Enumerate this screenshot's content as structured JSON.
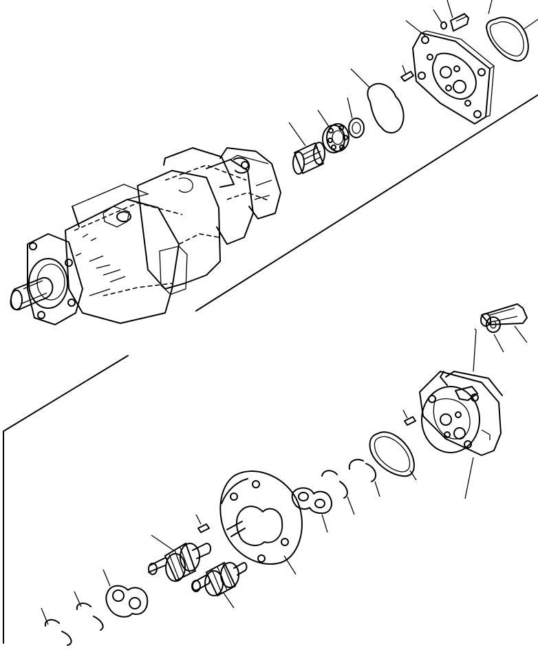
{
  "colors": {
    "line": "#000000",
    "background": "#ffffff"
  },
  "diagram": {
    "type": "exploded-parts-view",
    "top_section": {
      "parts": [
        "bolt",
        "washer",
        "cover",
        "seal-ring",
        "dowel-pin",
        "gasket",
        "thrust-washer",
        "ball-bearing",
        "needle-bearing",
        "pump-assembly"
      ]
    },
    "bottom_section": {
      "parts": [
        "bolt",
        "washer",
        "cover",
        "dowel-pin",
        "seal-ring",
        "snap-ring",
        "snap-ring",
        "bushing-plate",
        "gear-housing",
        "dowel-pin",
        "drive-gear",
        "driven-gear",
        "seal-ring",
        "snap-ring",
        "snap-ring"
      ]
    }
  }
}
